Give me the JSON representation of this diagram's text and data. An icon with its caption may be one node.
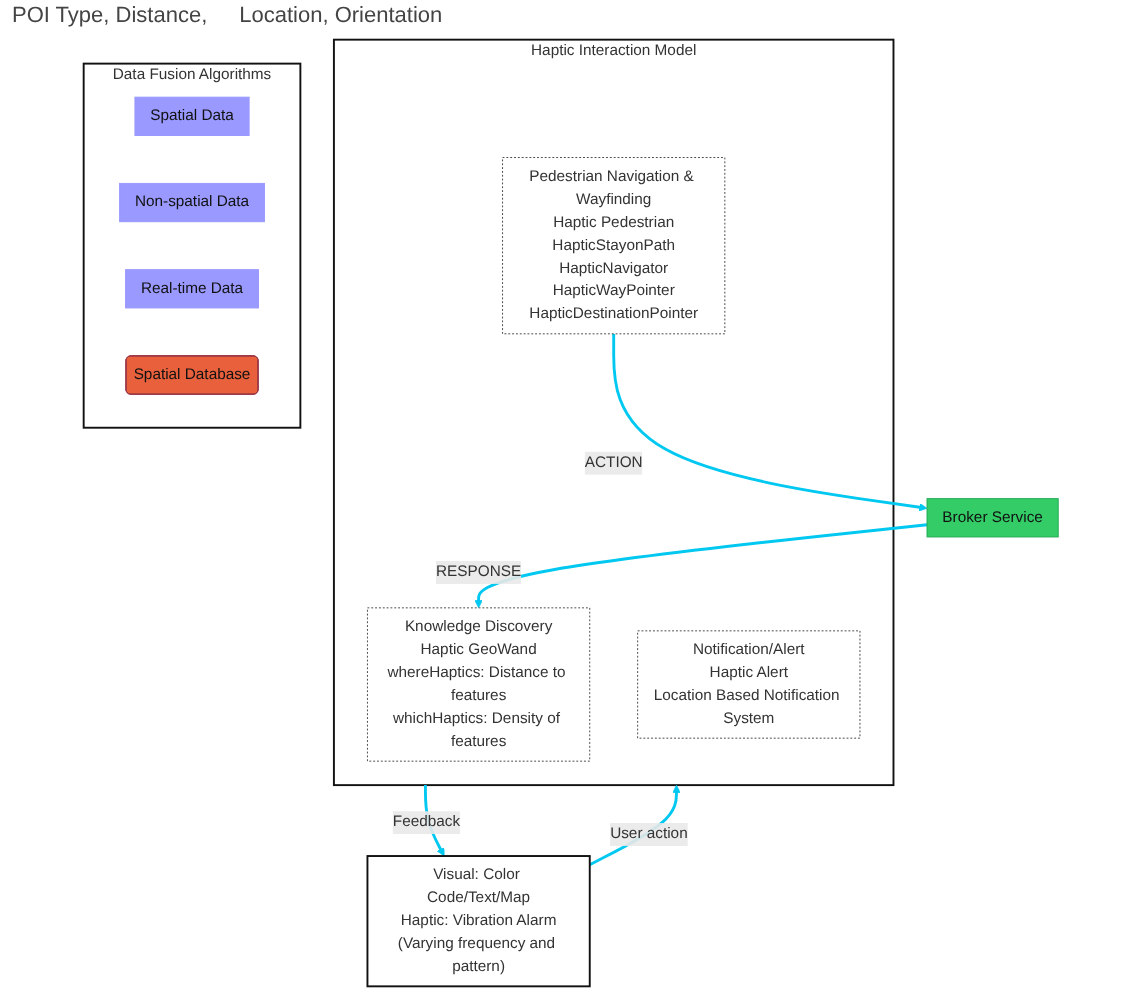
{
  "diagram": {
    "nodes": [
      {
        "text": [
          "Haptic Interaction Model"
        ]
      },
      {
        "text": [
          "Knowledge Discovery",
          "Haptic GeoWand",
          "whereHaptics: Distance to features",
          "whichHaptics: Density of features"
        ],
        "in": 0
      },
      {
        "text": [
          "Pedestrian Navigation & Wayfinding",
          "Haptic Pedestrian",
          "HapticStayonPath",
          "HapticNavigator",
          "HapticWayPointer",
          "HapticDestinationPointer"
        ],
        "in": 0
      },
      {
        "text": [
          "Notification/Alert",
          "Haptic Alert",
          "Location Based Notification System"
        ],
        "in": 0
      },
      {
        "text": [
          "Broker Service"
        ]
      },
      {
        "text": [
          "Data Fusion Algorithms"
        ]
      },
      {
        "text": [
          "Spatial Data"
        ],
        "in": 5
      },
      {
        "text": [
          "Non-spatial Data"
        ],
        "in": 5
      },
      {
        "text": [
          "Real-time Data"
        ],
        "in": 5
      },
      {
        "text": [
          "Spatial Database"
        ],
        "in": 5
      },
      {
        "text": [
          "Visual: Color Code/Text/Map",
          "Haptic: Vibration Alarm",
          "(Varying frequency and pattern)"
        ]
      }
    ],
    "edges": [
      {
        "from": 4,
        "to": 1,
        "arrow": "to",
        "label": "RESPONSE"
      },
      {
        "from": 2,
        "to": 4,
        "arrow": "to",
        "label": "ACTION"
      },
      {
        "from": 10,
        "to": 0,
        "arrow": "to",
        "label": "User action"
      },
      {
        "from": 0,
        "to": 10,
        "arrow": "to",
        "label": "Feedback"
      }
    ],
    "labels": [
      "POI Type, Distance,",
      "Location, Orientation"
    ]
  }
}
